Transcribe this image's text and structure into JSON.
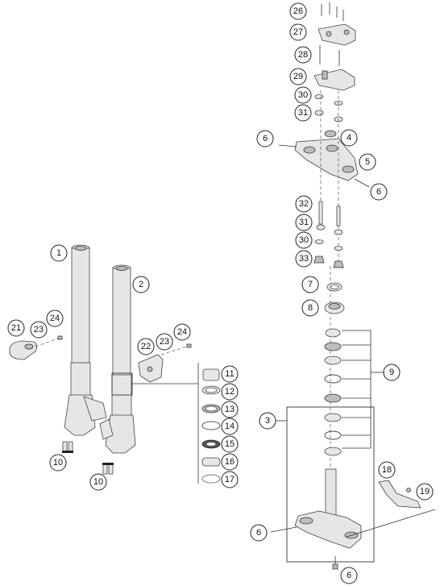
{
  "callouts": [
    {
      "id": "c26",
      "label": "26"
    },
    {
      "id": "c27",
      "label": "27"
    },
    {
      "id": "c28",
      "label": "28"
    },
    {
      "id": "c29",
      "label": "29"
    },
    {
      "id": "c30a",
      "label": "30"
    },
    {
      "id": "c31a",
      "label": "31"
    },
    {
      "id": "c6a",
      "label": "6"
    },
    {
      "id": "c4",
      "label": "4"
    },
    {
      "id": "c5",
      "label": "5"
    },
    {
      "id": "c6b",
      "label": "6"
    },
    {
      "id": "c32",
      "label": "32"
    },
    {
      "id": "c31b",
      "label": "31"
    },
    {
      "id": "c30b",
      "label": "30"
    },
    {
      "id": "c33",
      "label": "33"
    },
    {
      "id": "c7",
      "label": "7"
    },
    {
      "id": "c8",
      "label": "8"
    },
    {
      "id": "c9",
      "label": "9"
    },
    {
      "id": "c3",
      "label": "3"
    },
    {
      "id": "c1",
      "label": "1"
    },
    {
      "id": "c2",
      "label": "2"
    },
    {
      "id": "c21",
      "label": "21"
    },
    {
      "id": "c23a",
      "label": "23"
    },
    {
      "id": "c24a",
      "label": "24"
    },
    {
      "id": "c22",
      "label": "22"
    },
    {
      "id": "c23b",
      "label": "23"
    },
    {
      "id": "c24b",
      "label": "24"
    },
    {
      "id": "c11",
      "label": "11"
    },
    {
      "id": "c12",
      "label": "12"
    },
    {
      "id": "c13",
      "label": "13"
    },
    {
      "id": "c14",
      "label": "14"
    },
    {
      "id": "c15",
      "label": "15"
    },
    {
      "id": "c16",
      "label": "16"
    },
    {
      "id": "c17",
      "label": "17"
    },
    {
      "id": "c10a",
      "label": "10"
    },
    {
      "id": "c10b",
      "label": "10"
    },
    {
      "id": "c18",
      "label": "18"
    },
    {
      "id": "c19",
      "label": "19"
    },
    {
      "id": "c6c",
      "label": "6"
    },
    {
      "id": "c6d",
      "label": "6"
    }
  ]
}
